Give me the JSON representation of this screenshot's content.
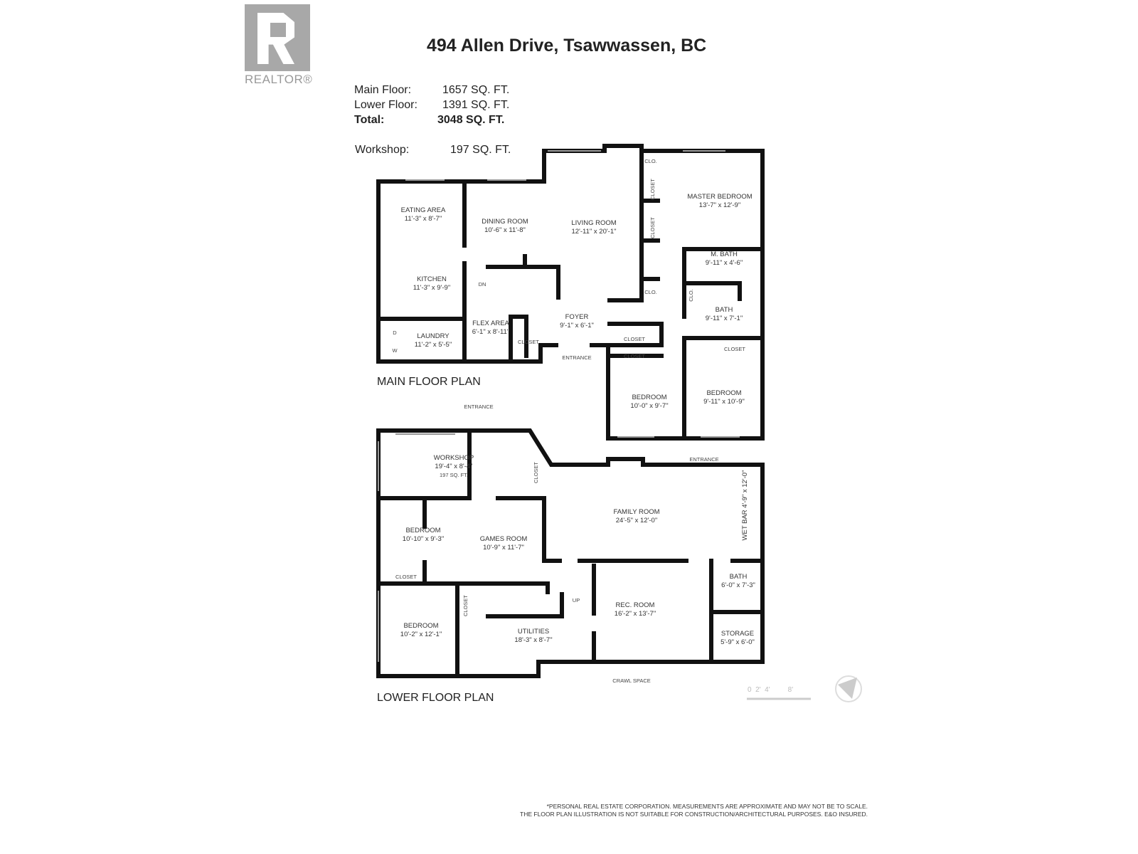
{
  "logo": {
    "text": "REALTOR®"
  },
  "title": "494 Allen Drive, Tsawwassen, BC",
  "areas": [
    {
      "label": "Main Floor:",
      "value": "1657 SQ. FT."
    },
    {
      "label": "Lower Floor:",
      "value": "1391 SQ. FT."
    },
    {
      "label": "Total:",
      "value": "3048 SQ. FT."
    },
    {
      "label": "Workshop:",
      "value": "197 SQ. FT."
    }
  ],
  "main_floor": {
    "title": "MAIN FLOOR PLAN",
    "rooms": [
      {
        "name": "EATING AREA",
        "dims": "11'-3\" x 8'-7\""
      },
      {
        "name": "DINING ROOM",
        "dims": "10'-6\" x 11'-8\""
      },
      {
        "name": "LIVING ROOM",
        "dims": "12'-11\" x 20'-1\""
      },
      {
        "name": "MASTER BEDROOM",
        "dims": "13'-7\" x 12'-9\""
      },
      {
        "name": "KITCHEN",
        "dims": "11'-3\" x 9'-9\""
      },
      {
        "name": "M. BATH",
        "dims": "9'-11\" x 4'-6\""
      },
      {
        "name": "FLEX AREA",
        "dims": "6'-1\" x 8'-11\""
      },
      {
        "name": "FOYER",
        "dims": "9'-1\" x 6'-1\""
      },
      {
        "name": "BATH",
        "dims": "9'-11\" x 7'-1\""
      },
      {
        "name": "LAUNDRY",
        "dims": "11'-2\" x 5'-5\""
      },
      {
        "name": "BEDROOM",
        "dims": "10'-0\" x 9'-7\""
      },
      {
        "name": "BEDROOM",
        "dims": "9'-11\" x 10'-9\""
      }
    ],
    "small_labels": [
      "CLO.",
      "CLOSET",
      "CLOSET",
      "CLO.",
      "CLO.",
      "CLOSET",
      "CLOSET",
      "CLOSET",
      "CLOSET",
      "ENTRANCE",
      "DN",
      "D",
      "W"
    ]
  },
  "lower_floor": {
    "title": "LOWER FLOOR PLAN",
    "rooms": [
      {
        "name": "WORKSHOP",
        "dims": "19'-4\" x 8'-4\"",
        "note": "197 SQ. FT."
      },
      {
        "name": "FAMILY ROOM",
        "dims": "24'-5\" x 12'-0\""
      },
      {
        "name": "WET BAR",
        "dims": "4'-9\" x 12'-0\""
      },
      {
        "name": "BEDROOM",
        "dims": "10'-10\" x 9'-3\""
      },
      {
        "name": "GAMES ROOM",
        "dims": "10'-9\" x 11'-7\""
      },
      {
        "name": "BATH",
        "dims": "6'-0\" x 7'-3\""
      },
      {
        "name": "REC. ROOM",
        "dims": "16'-2\" x 13'-7\""
      },
      {
        "name": "BEDROOM",
        "dims": "10'-2\" x 12'-1\""
      },
      {
        "name": "UTILITIES",
        "dims": "18'-3\" x 8'-7\""
      },
      {
        "name": "STORAGE",
        "dims": "5'-9\" x 6'-0\""
      }
    ],
    "small_labels": [
      "ENTRANCE",
      "CLOSET",
      "ENTRANCE",
      "CLOSET",
      "CLOSET",
      "UP",
      "CRAWL SPACE"
    ]
  },
  "scale": [
    "0",
    "2'",
    "4'",
    "8'"
  ],
  "disclaimer": [
    "*PERSONAL REAL ESTATE CORPORATION. MEASUREMENTS ARE APPROXIMATE AND MAY NOT BE TO SCALE.",
    "THE FLOOR PLAN ILLUSTRATION IS NOT SUITABLE FOR CONSTRUCTION/ARCHITECTURAL PURPOSES. E&O INSURED."
  ]
}
